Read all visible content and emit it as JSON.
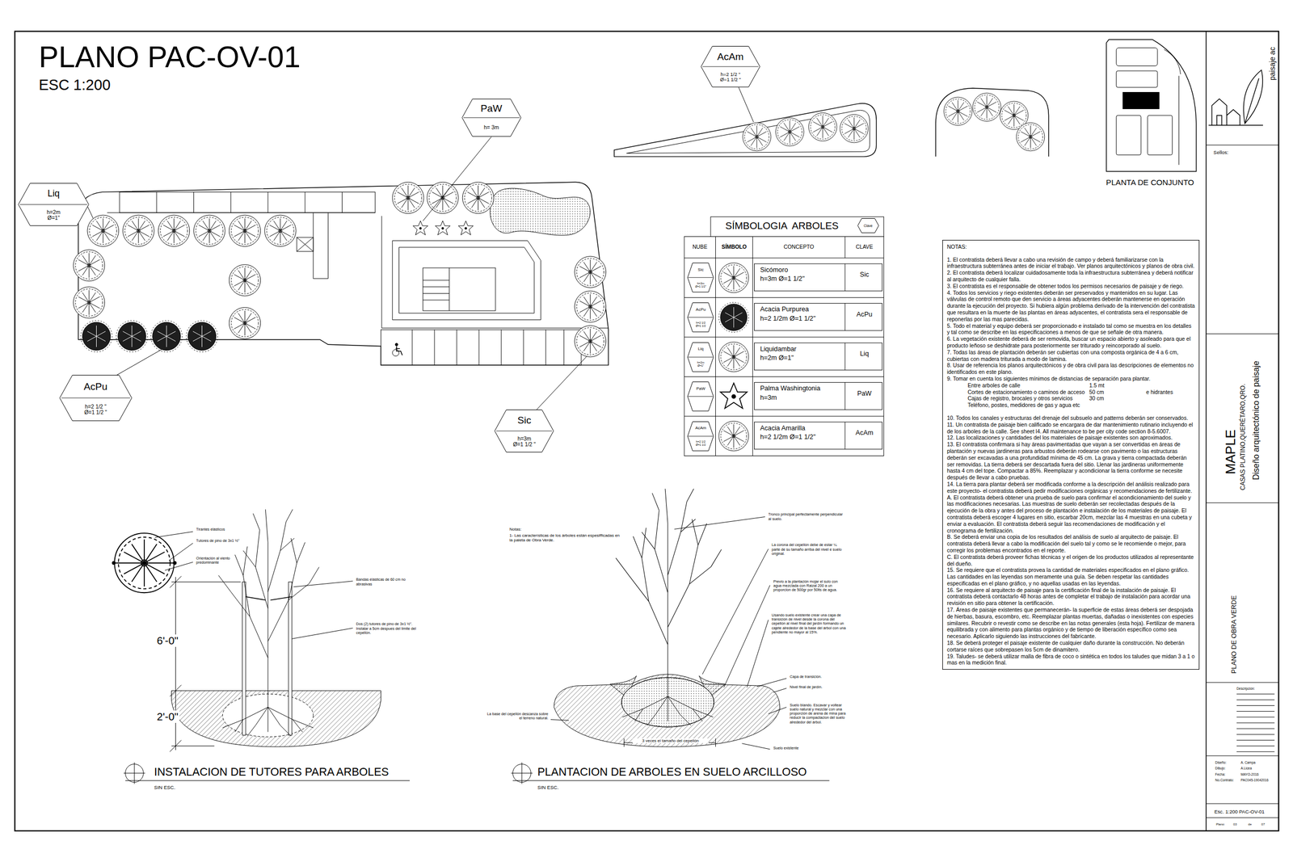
{
  "diagram": {
    "title": "PLANO PAC-OV-01",
    "nodes": [
      {
        "text": [
          "Liq",
          "h=2m",
          "Ø=1\""
        ]
      },
      {
        "text": [
          "PaW",
          "h= 3m"
        ]
      },
      {
        "text": [
          "AcAm",
          "h=2 1/2 \"",
          "Ø=1 1/2 \""
        ]
      },
      {
        "text": [
          "AcPu",
          "h=2 1/2 \"",
          "Ø=1 1/2 \""
        ]
      },
      {
        "text": [
          "Sic",
          "h=3m",
          "Ø=1 1/2 \""
        ]
      },
      {
        "text": [
          "Clave"
        ]
      },
      {
        "text": [
          "Sic",
          "h=3m",
          "Ø=1 1/2\""
        ]
      },
      {
        "text": [
          "AcPu",
          "h=2 1/2",
          "Ø=1 1/2"
        ]
      },
      {
        "text": [
          "Liq",
          "h=2m",
          "Ø=1\""
        ]
      },
      {
        "text": [
          "PaW"
        ]
      },
      {
        "text": [
          "AcAm",
          "h=2 1/2",
          "Ø=1 1/2"
        ]
      },
      {
        "text": [
          "NOTAS:",
          "1. El contratista deberá llevar a cabo una revisión de campo y deberá familiarizarse con la infraestructura subterránea antes de iniciar el trabajo. Ver planos arquitectónicos y planos de obra civil.",
          "2. El contratista deberá localizar cuidadosamente toda la infraestructura subterránea y deberá notificar al arquitecto de cualquier falla.",
          "3. El contratista es el responsable de obtener todos los permisos necesarios de paisaje y de riego.",
          "4. Todos los servicios y riego existentes deberán ser preservados y mantenidos en su lugar. Las válvulas de control remoto que den servicio a áreas adyacentes deberán mantenerse en operación durante la ejecución del proyecto. Si hubiera algún problema derivado de la intervención del contratista que resultara en la muerte de las plantas en áreas adyacentes, el contratista sera el responsable de reponerlas por las mas parecidas.",
          "5. Todo el material y equipo deberá ser proporcionado e instalado tal como se muestra en los detalles y tal como se describe en las especificaciones a menos de que se señale de otra manera.",
          "6. La vegetación existente deberá de ser removida, buscar un espacio abierto y asoleado para que el producto leñoso se deshidrate para posteriormente ser triturado y reincorporado al suelo.",
          "7. Todas las áreas de plantación deberán ser cubiertas con una composta orgánica de 4 a 6 cm, cubiertas con madera triturada a modo de lamina.",
          "8. Usar de referencia los planos arquitectónicos y de obra civil para las descripciones de elementos no identificados en este plano.",
          "9. Tomar en cuenta los siguientes mínimos de distancias de separación para plantar.",
          "Entre arboles de calle",
          "1.5 mt",
          "Cortes de estacionamiento o caminos de acceso",
          "50 cm",
          "e hidrantes",
          "Cajas de registro, brocales y otros servicios",
          "30 cm",
          "Teléfono, postes, medidores de gas y agua  etc",
          "10. Todos los canales y estructuras del drenaje del subsuelo and patterns deberán ser conservados.",
          "11. Un contratista de paisaje bien calificado se encargara de dar mantenimiento rutinario incluyendo el de los arboles de la calle. See sheet l4. All maintenance to be per city code section 8-5.6007.",
          "12. Las localizaciones y cantidades del los materiales de paisaje existentes son aproximados.",
          "13. El contratista confirmara si hay áreas pavimentadas que vayan a ser convertidas en áreas de plantación y nuevas jardineras para arbustos deberán rodearse con pavimento o las estructuras deberán ser excavadas a una profundidad mínima de 45 cm. La grava y tierra compactada deberán ser removidas. La tierra deberá ser descartada fuera del sitio. Llenar las jardineras uniformemente hasta 4 cm del tope. Compactar a 85%. Reemplazar y acondicionar la tierra conforme se necesite después de llevar a cabo pruebas.",
          "14. La tierra para plantar deberá ser modificada conforme a la descripción del análisis realizado para este proyecto- el contratista deberá pedir modificaciones orgánicas y recomendaciones de fertilizante.",
          "A. El contratista deberá obtener una prueba de suelo para confirmar el acondicionamiento del suelo y las modificaciones necesarias. Las muestras de suelo deberán ser recolectadas después de la ejecución de la obra y antes del proceso de plantación e instalación de los materiales de paisaje. El contratista deberá escoger 4 lugares en sitio, escarbar 20cm, mezclar las 4 muestras en una cubeta y enviar a evaluación. El contratista deberá seguir las recomendaciones de modificación y el cronograma de fertilización.",
          "B. Se deberá enviar una copia de los resultados del análisis de suelo al arquitecto de paisaje. El contratista deberá llevar a cabo la modificación del suelo tal y como se le recomiende o mejor, para corregir los problemas encontrados en el reporte.",
          "C. El contratista deberá proveer fichas técnicas y el origen de los productos utilizados al representante del dueño.",
          "15. Se requiere que el contratista provea la cantidad de materiales especificados en el plano gráfico. Las cantidades en las leyendas son meramente una guía. Se deben respetar las cantidades especificadas en el plano gráfico, y no aquellas usadas en las leyendas.",
          "16. Se requiere al arquitecto de paisaje para la certificación final de la instalación de paisaje. El contratista deberá contactarlo 48 horas antes de completar el trabajo de instalación para acordar una revisión en sitio para obtener la certificación.",
          "17. Áreas de paisaje existentes que permanecerán- la superficie de estas áreas deberá ser despojada de hierbas, basura, escombro, etc. Reemplazar plantas muertas, dañadas o inexistentes con especies similares. Recubrir o revestir como se describe en las notas generales (esta hoja). Fertilizar de manera equilibrada y con alimento para plantas orgánico y de tiempo de liberación específico como sea necesario. Aplicarlo siguiendo las instrucciones del fabricante.",
          "18. Se deberá proteger el paisaje existente de cualquier daño durante la construcción. No deberán cortarse raíces que sobrepasen los 5cm de dinamitero.",
          "19. Taludes- se deberá utilizar malla de fibra de coco o sintética en todos los taludes que midan 3 a 1 o mas en la medición final."
        ]
      }
    ],
    "labels": [
      "ESC 1:200",
      "PLANTA DE CONJUNTO",
      "SÍMBOLOGIA  ARBOLES",
      "NUBE",
      "SÍMBOLO",
      "CONCEPTO",
      "CLAVE",
      "Sicómoro",
      "h=3m  Ø=1 1/2\"",
      "Sic",
      "Acacia Purpurea",
      "h=2 1/2m  Ø=1 1/2\"",
      "AcPu",
      "Liquidambar",
      "h=2m  Ø=1\"",
      "Liq",
      "Palma Washingtonia",
      "h=3m",
      "PaW",
      "Acacia Amarilla",
      "h=2 1/2m  Ø=1 1/2\"",
      "AcAm",
      "paisaje ac",
      "Sellos:",
      "MAPLE",
      "CASAS PLATINO,QUERÉTARO,QRO.",
      "Diseño arquitectónico de paisaje",
      "PLANO DE OBRA VERDE",
      "Descripción:",
      "Diseño:",
      "A. Campa",
      "Dibujo:",
      "A.Licea",
      "Fecha:",
      "MAYO-2016",
      "No.Contrato:",
      "PAC045-19042016",
      "Esc. 1:200 PAC-OV-01",
      "Plano:",
      "03",
      "de",
      "07",
      "Tirantes elásticos",
      "Tutores de pino de 3x1 ½\"",
      "Orientación al viento predominante",
      "Bandas elásticas de 60 cm no abrasivas",
      "Dos (2) tutores de pino de 3x1 ½\". Instalar a 5cm despues del limite del cepellón.",
      "6'-0\"",
      "2'-0\"",
      "INSTALACION DE TUTORES PARA ARBOLES",
      "SIN ESC.",
      "Notas:",
      "1- Las características de los árboles están espesifficadas en la paleta de Obra Verde.",
      "Tronco principal perfectamente perpendicular al suelo.",
      "La corona del cepellón debe de estar ¼ parte de su tamaño arriba del nivel e suelo original.",
      "Previo a la plantación mojar el sulo con agua mezclada con Raizal 200 a un proporcion de 500gr por 50lts de agua.",
      "Usando suelo existente crear una capa de transición de nivel desde la corona del cepellón al nivel final del jardín formando un cajete alrededor de la base del árbol con una pendiente no mayor al 15%.",
      "Capa de transición.",
      "Nivel final de jardín.",
      "Suelo blando. Escavar y voltear suelo natural y mezclar con una proporción de arena de mina para reducir la compactacion del suelo alrededor del árbol.",
      "Suelo existente",
      "La base del cepellón descanza sobre el terreno natural.",
      "3 veces el tamaño del cepellón",
      "PLANTACION DE ARBOLES EN SUELO ARCILLOSO",
      "SIN ESC."
    ]
  }
}
